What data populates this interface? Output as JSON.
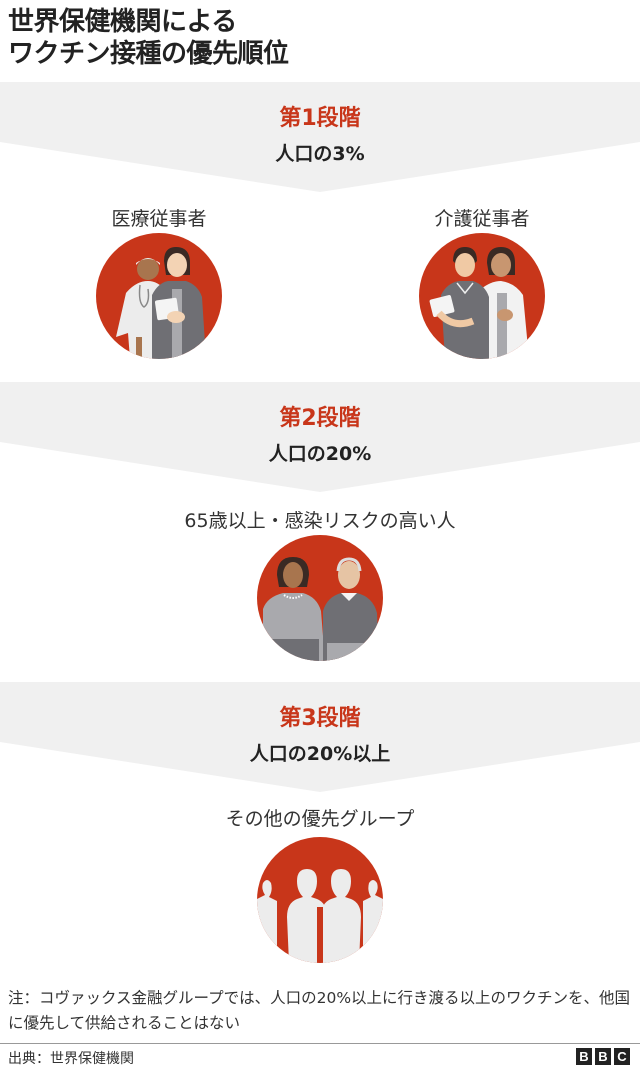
{
  "title": {
    "line1": "世界保健機関による",
    "line2": "ワクチン接種の優先順位"
  },
  "colors": {
    "accent": "#c8361a",
    "band": "#f0f0f0",
    "text": "#222222",
    "figure_gray": "#6f6f74",
    "figure_light": "#e8e8e8"
  },
  "stages": [
    {
      "stage_label": "第1段階",
      "population": "人口の3%",
      "groups": [
        {
          "label": "医療従事者",
          "icon": "healthcare-workers-icon"
        },
        {
          "label": "介護従事者",
          "icon": "care-workers-icon"
        }
      ]
    },
    {
      "stage_label": "第2段階",
      "population": "人口の20%",
      "groups": [
        {
          "label": "65歳以上・感染リスクの高い人",
          "icon": "elderly-people-icon"
        }
      ]
    },
    {
      "stage_label": "第3段階",
      "population": "人口の20%以上",
      "groups": [
        {
          "label": "その他の優先グループ",
          "icon": "people-silhouettes-icon"
        }
      ]
    }
  ],
  "note": "注：コヴァックス金融グループでは、人口の20%以上に行き渡る以上のワクチンを、他国に優先して供給されることはない",
  "source": "出典：世界保健機関",
  "logo": [
    "B",
    "B",
    "C"
  ]
}
